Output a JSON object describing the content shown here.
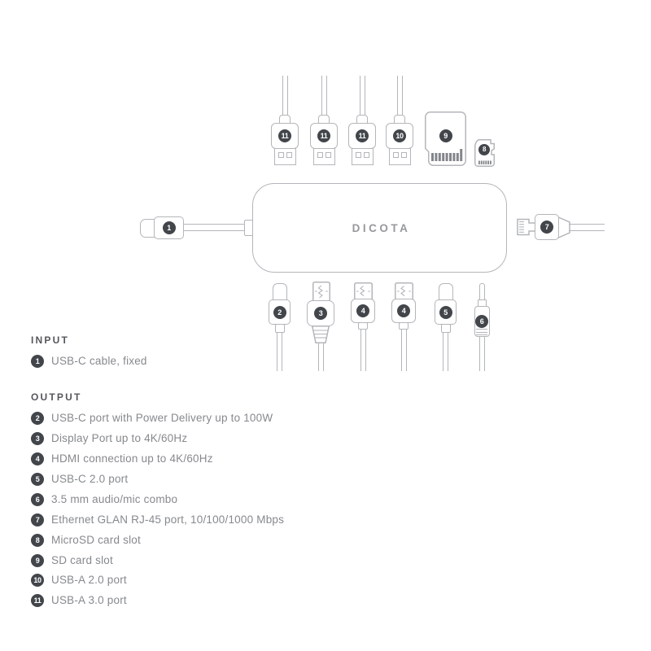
{
  "brand": "DICOTA",
  "diagram": {
    "top_connectors": [
      {
        "num": "11",
        "type": "usb-a-plug"
      },
      {
        "num": "11",
        "type": "usb-a-plug"
      },
      {
        "num": "11",
        "type": "usb-a-plug"
      },
      {
        "num": "10",
        "type": "usb-a-plug"
      },
      {
        "num": "9",
        "type": "sd-card"
      },
      {
        "num": "8",
        "type": "microsd-card"
      }
    ],
    "left_connector": {
      "num": "1",
      "type": "usb-c-cable"
    },
    "right_connector": {
      "num": "7",
      "type": "ethernet-rj45-plug"
    },
    "bottom_connectors": [
      {
        "num": "2",
        "type": "usb-c-plug"
      },
      {
        "num": "3",
        "type": "displayport-plug"
      },
      {
        "num": "4",
        "type": "hdmi-plug"
      },
      {
        "num": "4",
        "type": "hdmi-plug"
      },
      {
        "num": "5",
        "type": "usb-c-plug"
      },
      {
        "num": "6",
        "type": "audio-jack"
      }
    ],
    "colors": {
      "outline": "#b3b6b9",
      "badge": "#42464b",
      "badge_text": "#ffffff",
      "label_text": "#86898d",
      "heading_text": "#54575b",
      "logo": "#96999c"
    }
  },
  "legend": {
    "input": {
      "title": "INPUT",
      "items": [
        {
          "num": "1",
          "label": "USB-C cable, fixed"
        }
      ]
    },
    "output": {
      "title": "OUTPUT",
      "items": [
        {
          "num": "2",
          "label": "USB-C port with Power Delivery up to 100W"
        },
        {
          "num": "3",
          "label": "Display Port up to 4K/60Hz"
        },
        {
          "num": "4",
          "label": "HDMI connection up to 4K/60Hz"
        },
        {
          "num": "5",
          "label": "USB-C 2.0 port"
        },
        {
          "num": "6",
          "label": "3.5 mm audio/mic combo"
        },
        {
          "num": "7",
          "label": "Ethernet GLAN RJ-45 port, 10/100/1000 Mbps"
        },
        {
          "num": "8",
          "label": "MicroSD card slot"
        },
        {
          "num": "9",
          "label": "SD card slot"
        },
        {
          "num": "10",
          "label": "USB-A 2.0 port"
        },
        {
          "num": "11",
          "label": "USB-A 3.0 port"
        }
      ]
    }
  }
}
